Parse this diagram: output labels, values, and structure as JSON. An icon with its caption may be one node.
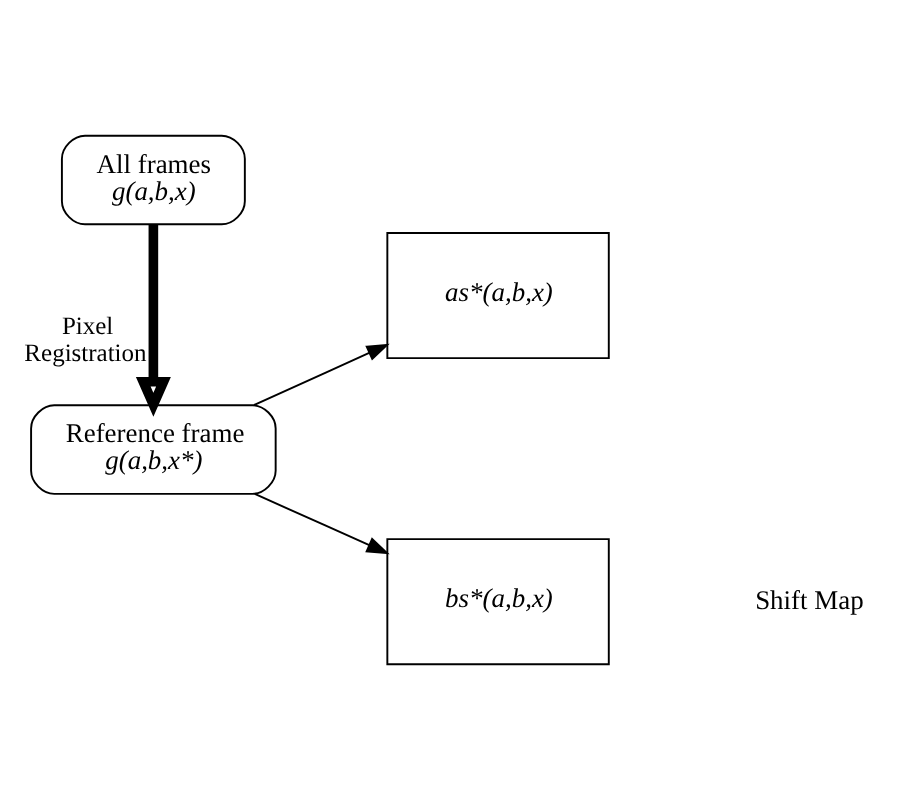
{
  "diagram": {
    "nodes": [
      {
        "text": [
          "All frames",
          "g(a,b,x)"
        ]
      },
      {
        "text": [
          "Reference frame",
          "g(a,b,x*)"
        ]
      },
      {
        "text": [
          "as*(a,b,x)"
        ]
      },
      {
        "text": [
          "bs*(a,b,x)"
        ]
      }
    ],
    "edges": [
      {
        "from": 0,
        "to": 1,
        "arrow": "to",
        "label": "Pixel Registration",
        "style": "thick"
      },
      {
        "from": 1,
        "to": 2,
        "arrow": "to"
      },
      {
        "from": 1,
        "to": 3,
        "arrow": "to"
      }
    ],
    "labels": [
      "Shift Map"
    ]
  }
}
